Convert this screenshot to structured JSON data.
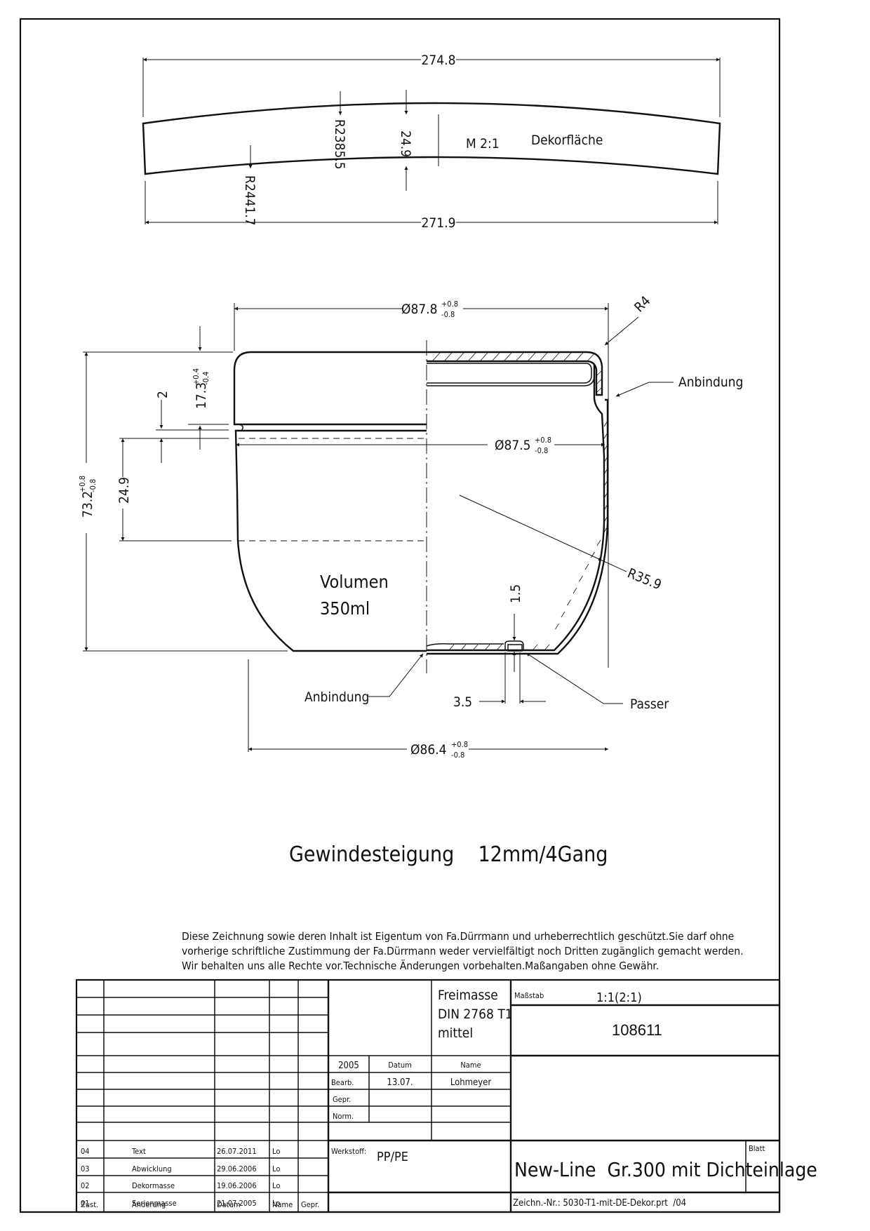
{
  "drawing": {
    "decor_strip": {
      "width_top": "274.8",
      "width_bottom": "271.9",
      "radius_outer": "R2385.5",
      "radius_inner": "R2441.7",
      "height": "24.9",
      "scale_note": "M 2:1",
      "label": "Dekorfläche"
    },
    "section": {
      "diameter_top": "Ø87.8",
      "diameter_top_tol_upper": "+0.8",
      "diameter_top_tol_lower": "-0.8",
      "diameter_mid": "Ø87.5",
      "diameter_mid_tol_upper": "+0.8",
      "diameter_mid_tol_lower": "-0.8",
      "diameter_bottom": "Ø86.4",
      "diameter_bottom_tol_upper": "+0.8",
      "diameter_bottom_tol_lower": "-0.8",
      "height_total": "73.2",
      "height_total_tol_upper": "+0.8",
      "height_total_tol_lower": "-0.8",
      "height_lid": "17.3",
      "height_lid_tol_upper": "+0.4",
      "height_lid_tol_lower": "-0.4",
      "gap": "2",
      "wall_straight": "24.9",
      "radius_corner": "R4",
      "radius_bottom": "R35.9",
      "passer_height": "1.5",
      "passer_width": "3.5",
      "label_anbindung_top": "Anbindung",
      "label_anbindung_bottom": "Anbindung",
      "label_passer": "Passer",
      "volume_label": "Volumen",
      "volume_value": "350ml"
    },
    "thread_note": "Gewindesteigung    12mm/4Gang"
  },
  "copyright": [
    "Diese Zeichnung sowie deren Inhalt ist Eigentum von Fa.Dürrmann und urheberrechtlich geschützt.Sie darf ohne",
    "vorherige schriftliche Zustimmung der Fa.Dürrmann weder vervielfältigt noch Dritten zugänglich gemacht werden.",
    "Wir behalten uns alle Rechte vor.Technische Änderungen vorbehalten.Maßangaben ohne Gewähr."
  ],
  "title_block": {
    "revisions": [
      {
        "zust": "04",
        "aenderung": "Text",
        "datum": "26.07.2011",
        "name": "Lo",
        "gepr": ""
      },
      {
        "zust": "03",
        "aenderung": "Abwicklung",
        "datum": "29.06.2006",
        "name": "Lo",
        "gepr": ""
      },
      {
        "zust": "02",
        "aenderung": "Dekormasse",
        "datum": "19.06.2006",
        "name": "Lo",
        "gepr": ""
      },
      {
        "zust": "01",
        "aenderung": "Serienmasse",
        "datum": "21.07.2005",
        "name": "Lo",
        "gepr": ""
      }
    ],
    "revision_headers": {
      "zust": "Zust.",
      "aenderung": "Änderung",
      "datum": "Datum",
      "name": "Name",
      "gepr": "Gepr."
    },
    "tolerance_lines": [
      "Freimasse",
      "DIN 2768 T1",
      "mittel"
    ],
    "year": "2005",
    "datum_header": "Datum",
    "name_header": "Name",
    "bearb_label": "Bearb.",
    "bearb_date": "13.07.",
    "bearb_name": "Lohmeyer",
    "gepr_label": "Gepr.",
    "norm_label": "Norm.",
    "werkstoff_label": "Werkstoff:",
    "werkstoff_value": "PP/PE",
    "massstab_label": "Maßstab",
    "massstab_value": "1:1(2:1)",
    "part_number": "108611",
    "title": "New-Line  Gr.300 mit Dichteinlage",
    "blatt_label": "Blatt",
    "drawing_number": "Zeichn.-Nr.: 5030-T1-mit-DE-Dekor.prt  /04"
  }
}
